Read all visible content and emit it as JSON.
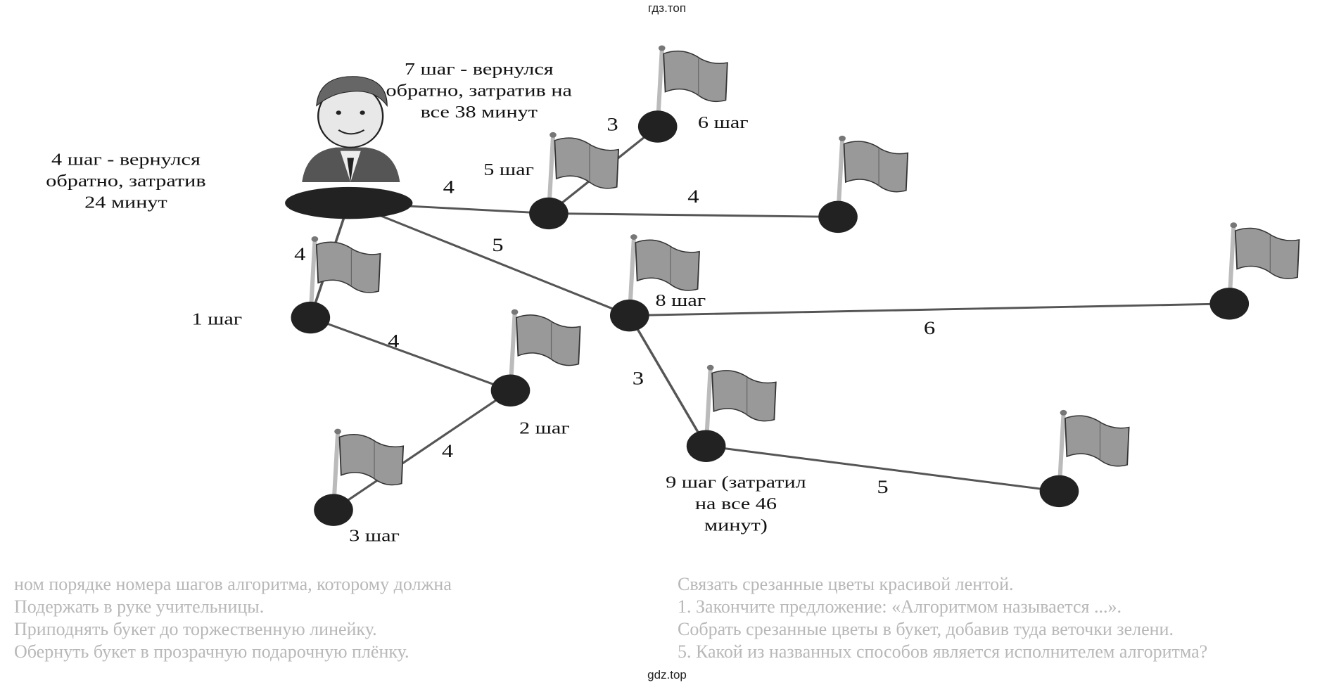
{
  "watermark_top": "гдз.топ",
  "watermark_bottom": "gdz.top",
  "background_text": [
    "ном порядке номера шагов алгоритма, которому должна",
    "Подержать в руке учительницы.",
    "Приподнять букет до торжественную линейку.",
    "Обернуть букет в прозрачную подарочную плёнку.",
    "Связать срезанные цветы красивой лентой.",
    "1. Закончите предложение: «Алгоритмом называется ...».",
    "Собрать срезанные цветы в букет, добавив туда веточки зелени.",
    "5. Какой из названных способов является исполнителем алгоритма?"
  ],
  "labels": {
    "step1": "1 шаг",
    "step2": "2 шаг",
    "step3": "3 шаг",
    "step4": [
      "4 шаг - вернулся",
      "обратно, затратив",
      "24 минут"
    ],
    "step5": "5 шаг",
    "step6": "6 шаг",
    "step7": [
      "7 шаг - вернулся",
      "обратно, затратив на",
      "все 38 минут"
    ],
    "step8": "8 шаг",
    "step9": [
      "9 шаг (затратил",
      "на все 46",
      "минут)"
    ]
  },
  "edges": [
    {
      "from": "start",
      "to": "n1",
      "weight": "4"
    },
    {
      "from": "start",
      "to": "n5",
      "weight": "4"
    },
    {
      "from": "n5",
      "to": "n6",
      "weight": "3"
    },
    {
      "from": "n5",
      "to": "nf",
      "weight": "4"
    },
    {
      "from": "start",
      "to": "n8",
      "weight": "5"
    },
    {
      "from": "n1",
      "to": "n2",
      "weight": "4"
    },
    {
      "from": "n2",
      "to": "n3",
      "weight": "4"
    },
    {
      "from": "n8",
      "to": "nr",
      "weight": "6"
    },
    {
      "from": "n8",
      "to": "n9",
      "weight": "3"
    },
    {
      "from": "n9",
      "to": "nb",
      "weight": "5"
    }
  ]
}
